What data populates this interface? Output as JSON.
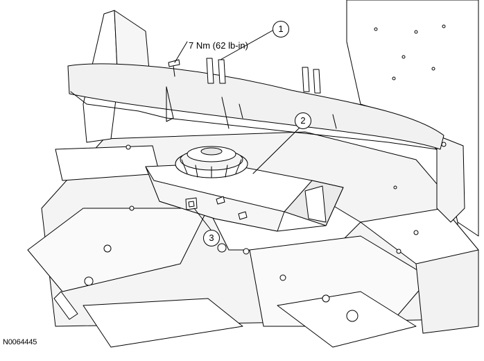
{
  "torque_spec": "7 Nm (62 lb-in)",
  "figure_id": "N0064445",
  "callouts": [
    "1",
    "2",
    "3"
  ]
}
